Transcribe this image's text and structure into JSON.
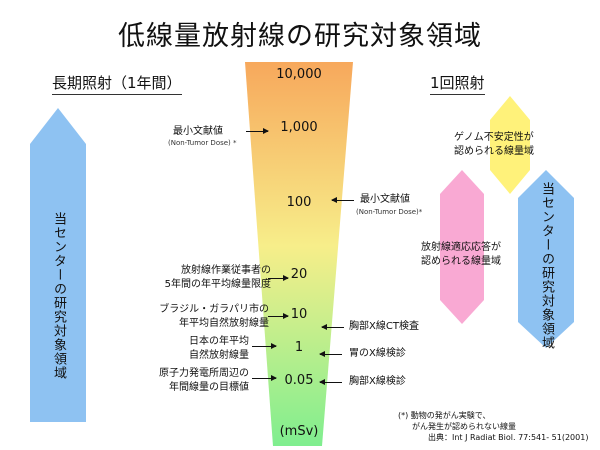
{
  "title": "低線量放射線の研究対象領域",
  "left_header": "長期照射（1年間）",
  "right_header": "1回照射",
  "left_arrow_label": "当センターの研究対象領域",
  "right_arrow_label": "当センターの研究対象領域",
  "unit": "(mSv)",
  "doses": [
    "10,000",
    "1,000",
    "100",
    "20",
    "10",
    "1",
    "0.05"
  ],
  "left_labels": [
    {
      "line1": "最小文献値",
      "line2": "(Non-Tumor Dose) *"
    },
    {
      "line1": "放射線作業従事者の",
      "line2": "5年間の年平均線量限度"
    },
    {
      "line1": "ブラジル・ガラパリ市の",
      "line2": "年平均自然放射線量"
    },
    {
      "line1": "日本の年平均",
      "line2": "自然放射線量"
    },
    {
      "line1": "原子力発電所周辺の",
      "line2": "年間線量の目標値"
    }
  ],
  "right_labels": [
    {
      "line1": "最小文献値",
      "line2": "(Non-Tumor Dose)*"
    },
    {
      "line1": "胸部X線CT検査"
    },
    {
      "line1": "胃のX線検診"
    },
    {
      "line1": "胸部X線検診"
    }
  ],
  "genome_label": {
    "line1": "ゲノム不安定性が",
    "line2": "認められる線量域"
  },
  "adaptive_label": {
    "line1": "放射線適応応答が",
    "line2": "認められる線量域"
  },
  "footnote": {
    "line1": "(*)  動物の発がん実験で、",
    "line2": "がん発生が認められない線量",
    "line3": "出典：Int J Radiat Biol. 77:541- 51(2001)"
  },
  "colors": {
    "funnel_top": "#F7A85C",
    "funnel_mid": "#F7EE8A",
    "funnel_bottom": "#7FEE8F",
    "blue_arrow": "#8EC2F2",
    "pink_arrow": "#F9A9D3",
    "yellow_arrow": "#FFF27A"
  }
}
